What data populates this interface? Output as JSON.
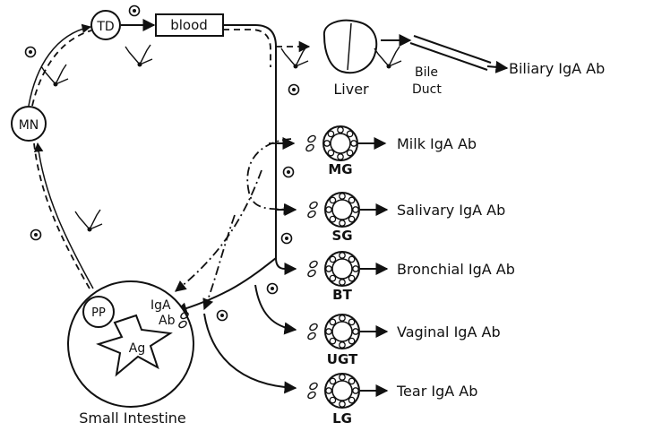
{
  "nodes": {
    "td": "TD",
    "blood": "blood",
    "mn": "MN",
    "pp": "PP",
    "liver": "Liver",
    "bile_duct_1": "Bile",
    "bile_duct_2": "Duct",
    "mg": "MG",
    "sg": "SG",
    "bt": "BT",
    "ugt": "UGT",
    "lg": "LG",
    "iga": "IgA",
    "ab": "Ab",
    "ag": "Ag",
    "small_intestine": "Small Intestine"
  },
  "outputs": {
    "biliary": "Biliary IgA Ab",
    "milk": "Milk IgA Ab",
    "salivary": "Salivary IgA Ab",
    "bronchial": "Bronchial IgA Ab",
    "vaginal": "Vaginal IgA Ab",
    "tear": "Tear IgA Ab"
  },
  "colors": {
    "ink": "#111111",
    "background": "#ffffff"
  }
}
